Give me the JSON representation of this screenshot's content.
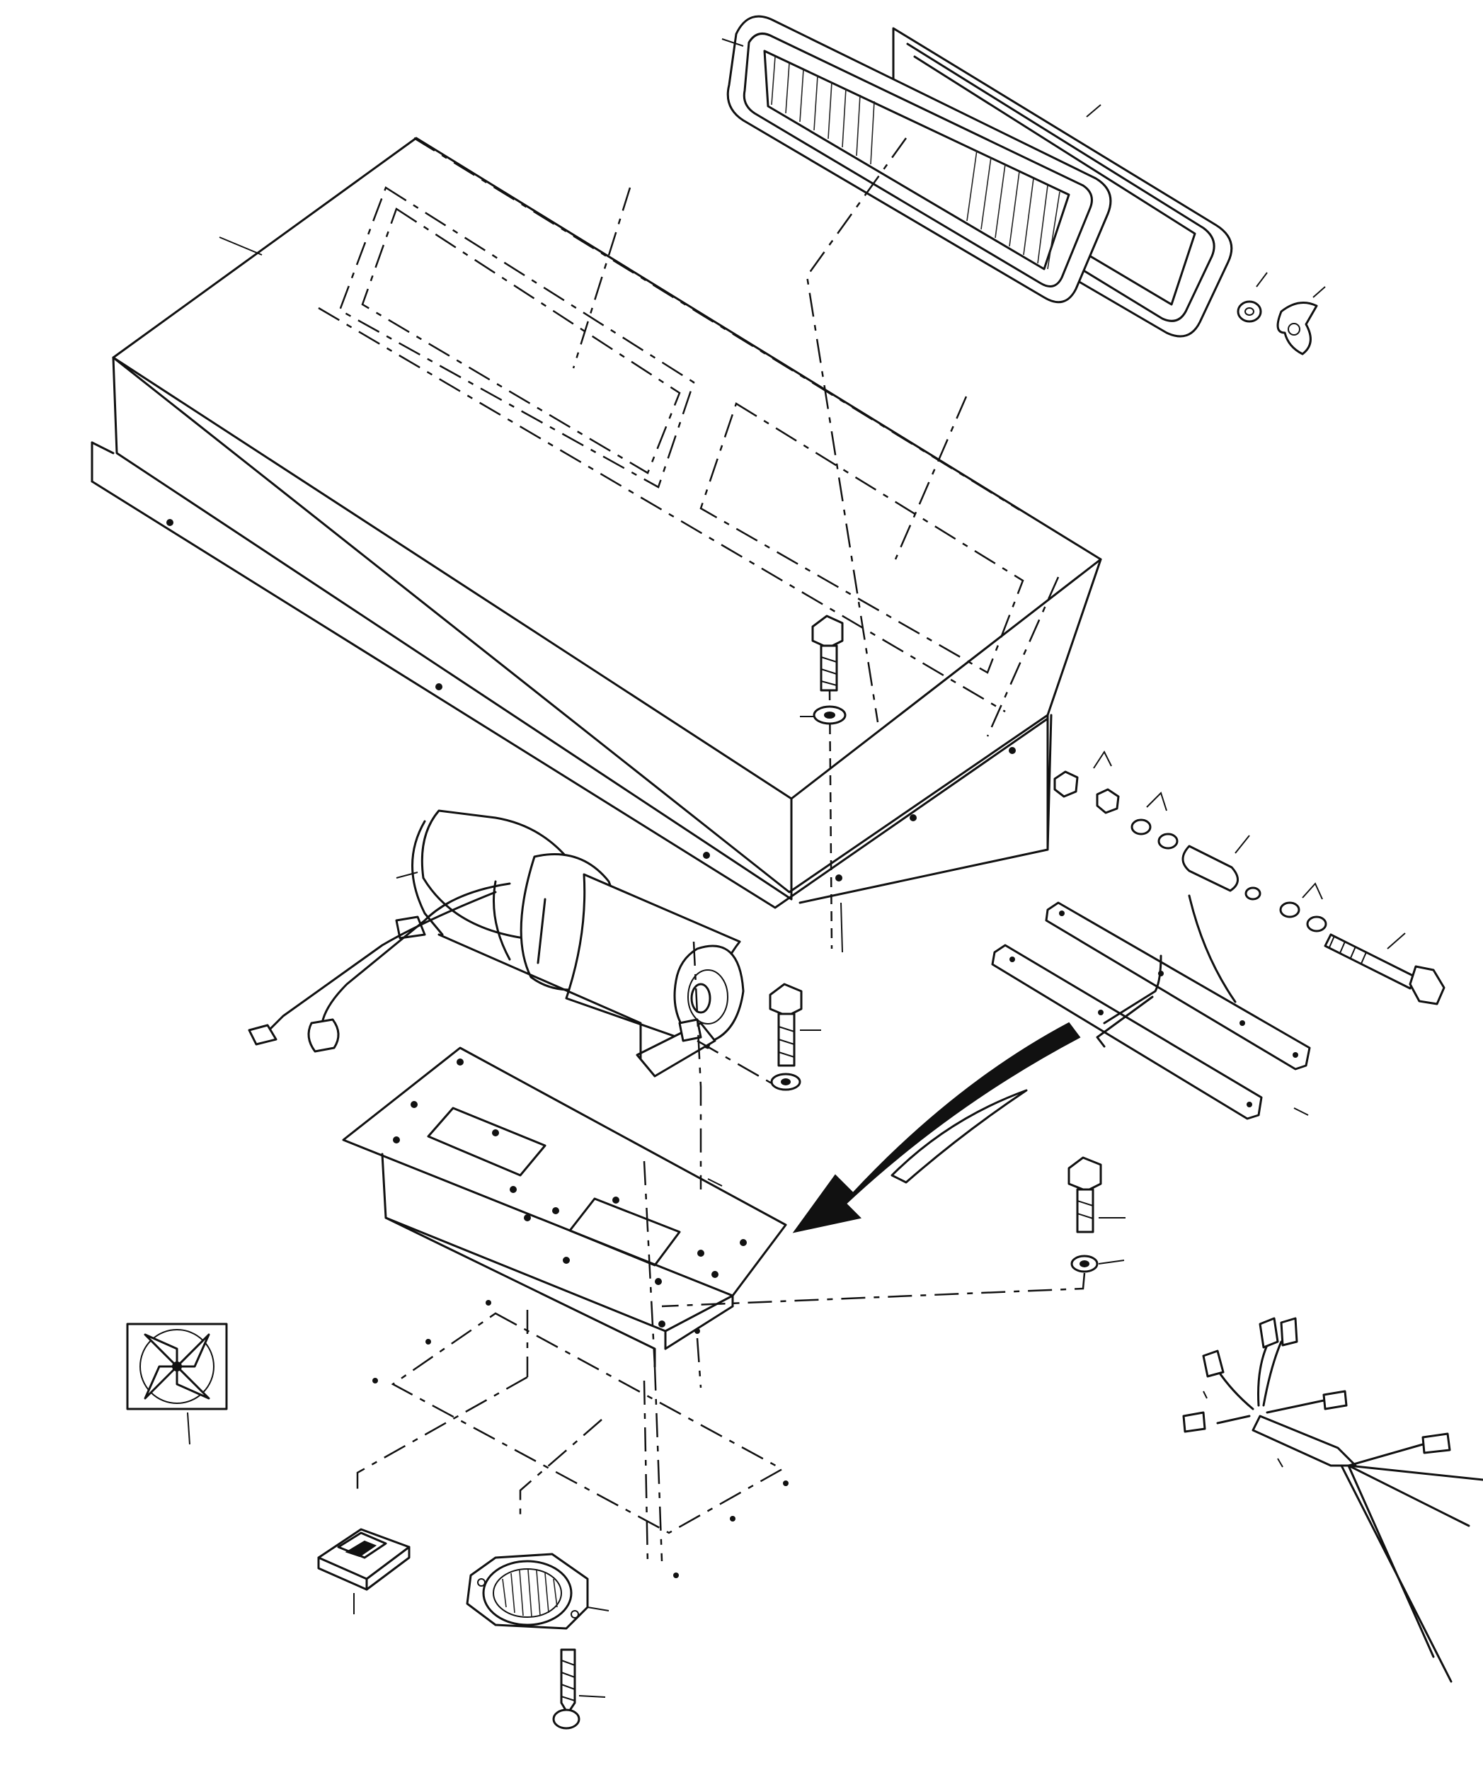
{
  "diagram": {
    "parts": [
      {
        "id": "filter-frame"
      },
      {
        "id": "filter-element"
      },
      {
        "id": "cover-housing"
      },
      {
        "id": "cover-bolt"
      },
      {
        "id": "cover-washer"
      },
      {
        "id": "blower-motor-assembly"
      },
      {
        "id": "mounting-bolt"
      },
      {
        "id": "mounting-washer"
      },
      {
        "id": "mounting-bracket"
      },
      {
        "id": "base-plate"
      },
      {
        "id": "fan-switch"
      },
      {
        "id": "louver-vent"
      },
      {
        "id": "screw"
      },
      {
        "id": "wire-harness"
      },
      {
        "id": "fan-symbol"
      },
      {
        "id": "wing-nut"
      },
      {
        "id": "resistor-assembly"
      },
      {
        "id": "long-bolt"
      }
    ]
  }
}
